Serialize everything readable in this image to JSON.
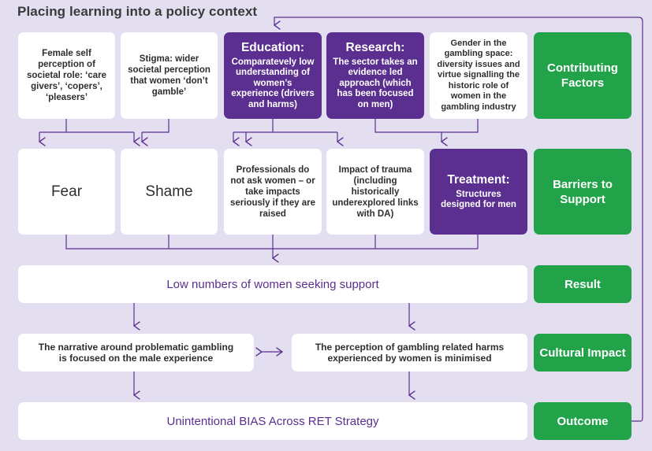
{
  "title": "Placing learning into a policy context",
  "colors": {
    "background": "#e4dff0",
    "purple": "#5a2f8f",
    "green": "#22a34a",
    "line": "#5a2f8f"
  },
  "contributing": {
    "box1": "Female self perception of societal role: ‘care givers’, ‘copers’, ‘pleasers’",
    "box2": "Stigma: wider societal perception that women ‘don’t gamble’",
    "box3_title": "Education:",
    "box3_body": "Comparatevely low understanding of women’s experience (drivers and harms)",
    "box4_title": "Research:",
    "box4_body": "The sector takes an evidence led approach (which has been focused on men)",
    "box5": "Gender in the gambling space: diversity issues and virtue signalling the historic role of women in the gambling industry",
    "label": "Contributing Factors"
  },
  "barriers": {
    "fear": "Fear",
    "shame": "Shame",
    "professionals": "Professionals do not ask women – or take impacts seriously if they are raised",
    "trauma": "Impact of trauma (including historically underexplored links with DA)",
    "treatment_title": "Treatment:",
    "treatment_body": "Structures designed for men",
    "label": "Barriers to Support"
  },
  "result": {
    "text": "Low numbers of women seeking support",
    "label": "Result"
  },
  "cultural": {
    "left": "The narrative around problematic gambling is focused on the male experience",
    "right": "The perception of gambling related harms experienced by women is minimised",
    "label": "Cultural Impact"
  },
  "outcome": {
    "text": "Unintentional BIAS Across RET Strategy",
    "label": "Outcome"
  }
}
